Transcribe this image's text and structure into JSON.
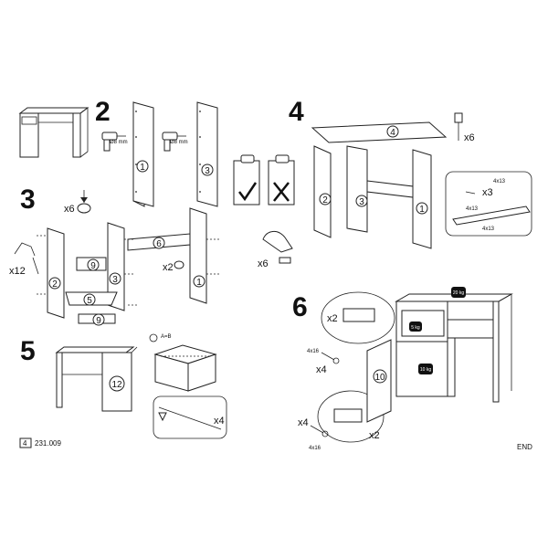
{
  "steps": {
    "s2": "2",
    "s3": "3",
    "s4": "4",
    "s5": "5",
    "s6": "6"
  },
  "parts": {
    "p1": "1",
    "p2": "2",
    "p3": "3",
    "p4": "4",
    "p5": "5",
    "p6": "6",
    "p9": "9",
    "p10": "10",
    "p12": "12"
  },
  "quantities": {
    "x6": "x6",
    "x12": "x12",
    "x2": "x2",
    "x3": "x3",
    "x4": "x4"
  },
  "drill": {
    "size": "Ø8 mm"
  },
  "screws": {
    "s4x13": "4x13",
    "s4x16": "4x16"
  },
  "weights": {
    "w20": "20 kg",
    "w5": "5 kg",
    "w10": "10 kg"
  },
  "labels": {
    "ab": "A=B"
  },
  "footer": {
    "page": "4",
    "code": "231.009",
    "end": "END"
  },
  "colors": {
    "line": "#222222",
    "badge": "#111111",
    "background": "#ffffff"
  }
}
